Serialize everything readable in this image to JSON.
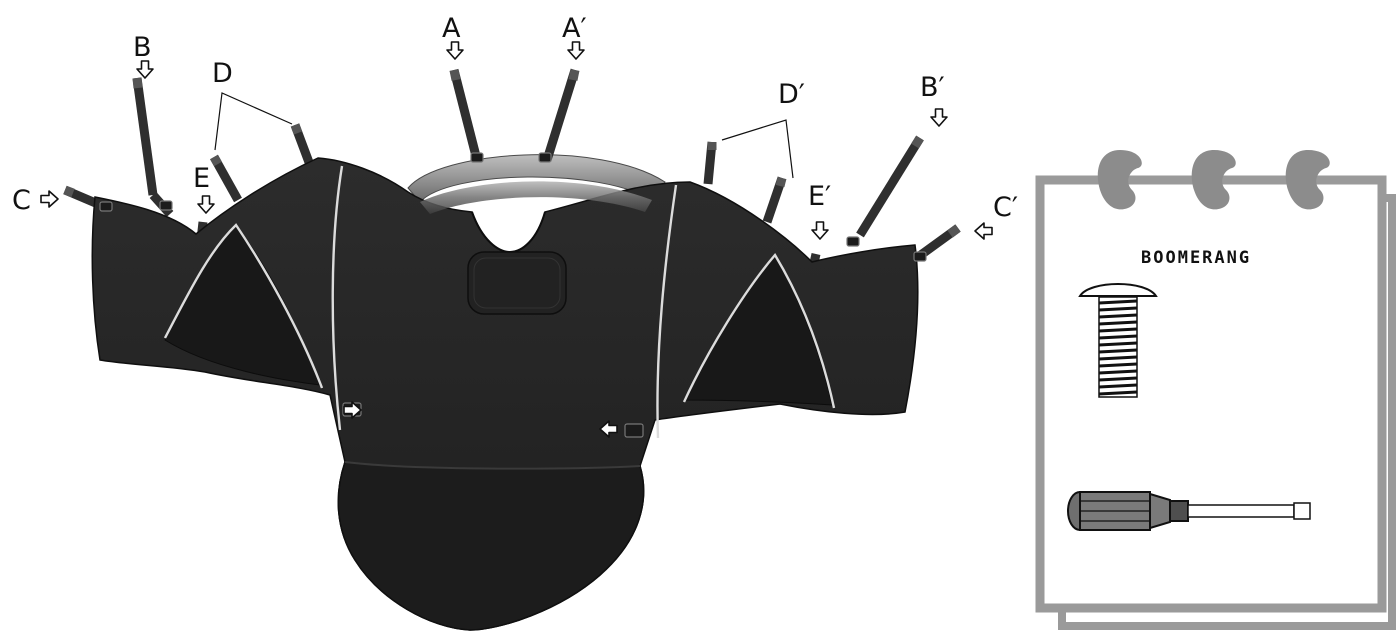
{
  "labels": {
    "a": "A",
    "a_prime": "A′",
    "b": "B",
    "b_prime": "B′",
    "c": "C",
    "c_prime": "C′",
    "d": "D",
    "d_prime": "D′",
    "e": "E",
    "e_prime": "E′"
  },
  "card": {
    "title": "BOOMERANG"
  },
  "icons": {
    "card_items": [
      "screw-icon",
      "screwdriver-icon"
    ],
    "arrows": "hollow-arrow-icon"
  },
  "colors": {
    "cover": "#262626",
    "piping": "#d9d9d9",
    "card_frame": "#9a9a9a",
    "card_ring": "#8c8c8c"
  }
}
